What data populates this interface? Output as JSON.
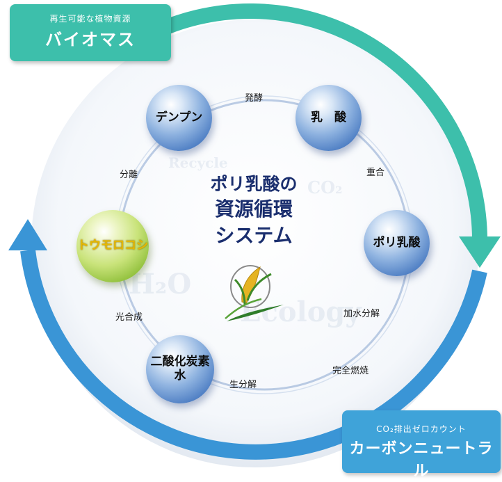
{
  "center": {
    "line1": "ポリ乳酸の",
    "line2": "資源循環",
    "line3": "システム"
  },
  "biomass_tag": {
    "subtitle": "再生可能な植物資源",
    "title": "バイオマス",
    "color": "#3dbfab"
  },
  "carbon_tag": {
    "subtitle": "CO₂排出ゼロカウント",
    "title": "カーボンニュートラル",
    "color": "#3fa3d9"
  },
  "nodes": {
    "starch": "デンプン",
    "lactic_acid": "乳　酸",
    "pla": "ポリ乳酸",
    "co2_water_line1": "二酸化炭素",
    "co2_water_line2": "水",
    "corn": "トウモロコシ"
  },
  "steps": {
    "fermentation": "発酵",
    "polymerization": "重合",
    "hydrolysis": "加水分解",
    "combustion": "完全燃焼",
    "biodegradation": "生分解",
    "photosynthesis": "光合成",
    "separation": "分離"
  },
  "watermarks": {
    "recycle": "Recycle",
    "co2": "CO₂",
    "h2o": "H₂O",
    "ecology": "Ecology"
  },
  "colors": {
    "teal_arrow": "#3dbfab",
    "blue_arrow": "#3a95d6",
    "sphere_blue": "#4f7fc4",
    "sphere_green": "#8fbf3a",
    "title_text": "#1a2e6e"
  },
  "icons": {
    "logo": "corn-leaf-logo-icon"
  }
}
